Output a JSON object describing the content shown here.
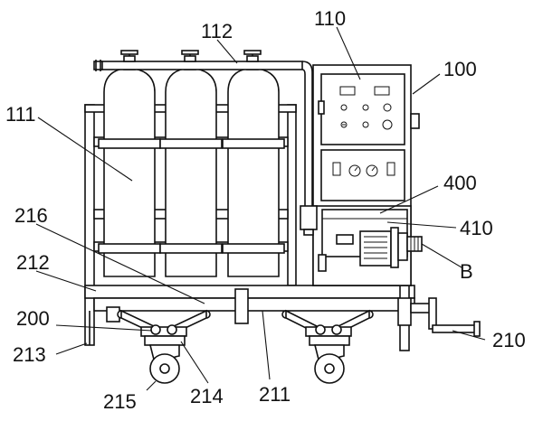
{
  "callouts": {
    "c110": "110",
    "c112": "112",
    "c100": "100",
    "c111": "111",
    "c400": "400",
    "c410": "410",
    "c216": "216",
    "c212": "212",
    "cB": "B",
    "c200": "200",
    "c213": "213",
    "c210": "210",
    "c215": "215",
    "c214": "214",
    "c211": "211"
  }
}
